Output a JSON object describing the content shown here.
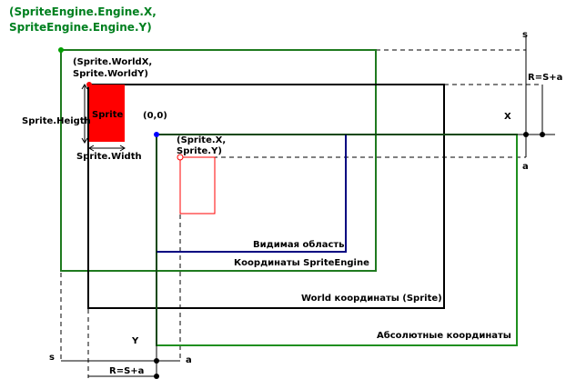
{
  "title": {
    "line1": "(SpriteEngine.Engine.X,",
    "line2": "SpriteEngine.Engine.Y)"
  },
  "labels": {
    "world_xy_1": "(Sprite.WorldX,",
    "world_xy_2": "Sprite.WorldY)",
    "sprite": "Sprite",
    "sprite_height": "Sprite.Heigth",
    "sprite_width": "Sprite.Width",
    "origin": "(0,0)",
    "sprite_xy_1": "(Sprite.X,",
    "sprite_xy_2": "Sprite.Y)",
    "visible_area": "Видимая область",
    "engine_coords": "Координаты SpriteEngine",
    "world_coords": "World координаты (Sprite)",
    "absolute_coords": "Абсолютные координаты",
    "axis_x": "X",
    "axis_y": "Y",
    "s_right": "s",
    "a_right": "a",
    "r_right": "R=S+a",
    "s_bottom": "s",
    "a_bottom": "a",
    "r_bottom": "R=S+a"
  },
  "colors": {
    "engine_rect": "#1f7a1f",
    "absolute_rect": "#1f8f1f",
    "world_rect": "#000000",
    "visible_rect": "#000080",
    "sprite_fill": "#ff0000",
    "sprite_outline": "#ff0000",
    "origin_dot": "#0000ff",
    "engine_dot": "#00a000"
  }
}
